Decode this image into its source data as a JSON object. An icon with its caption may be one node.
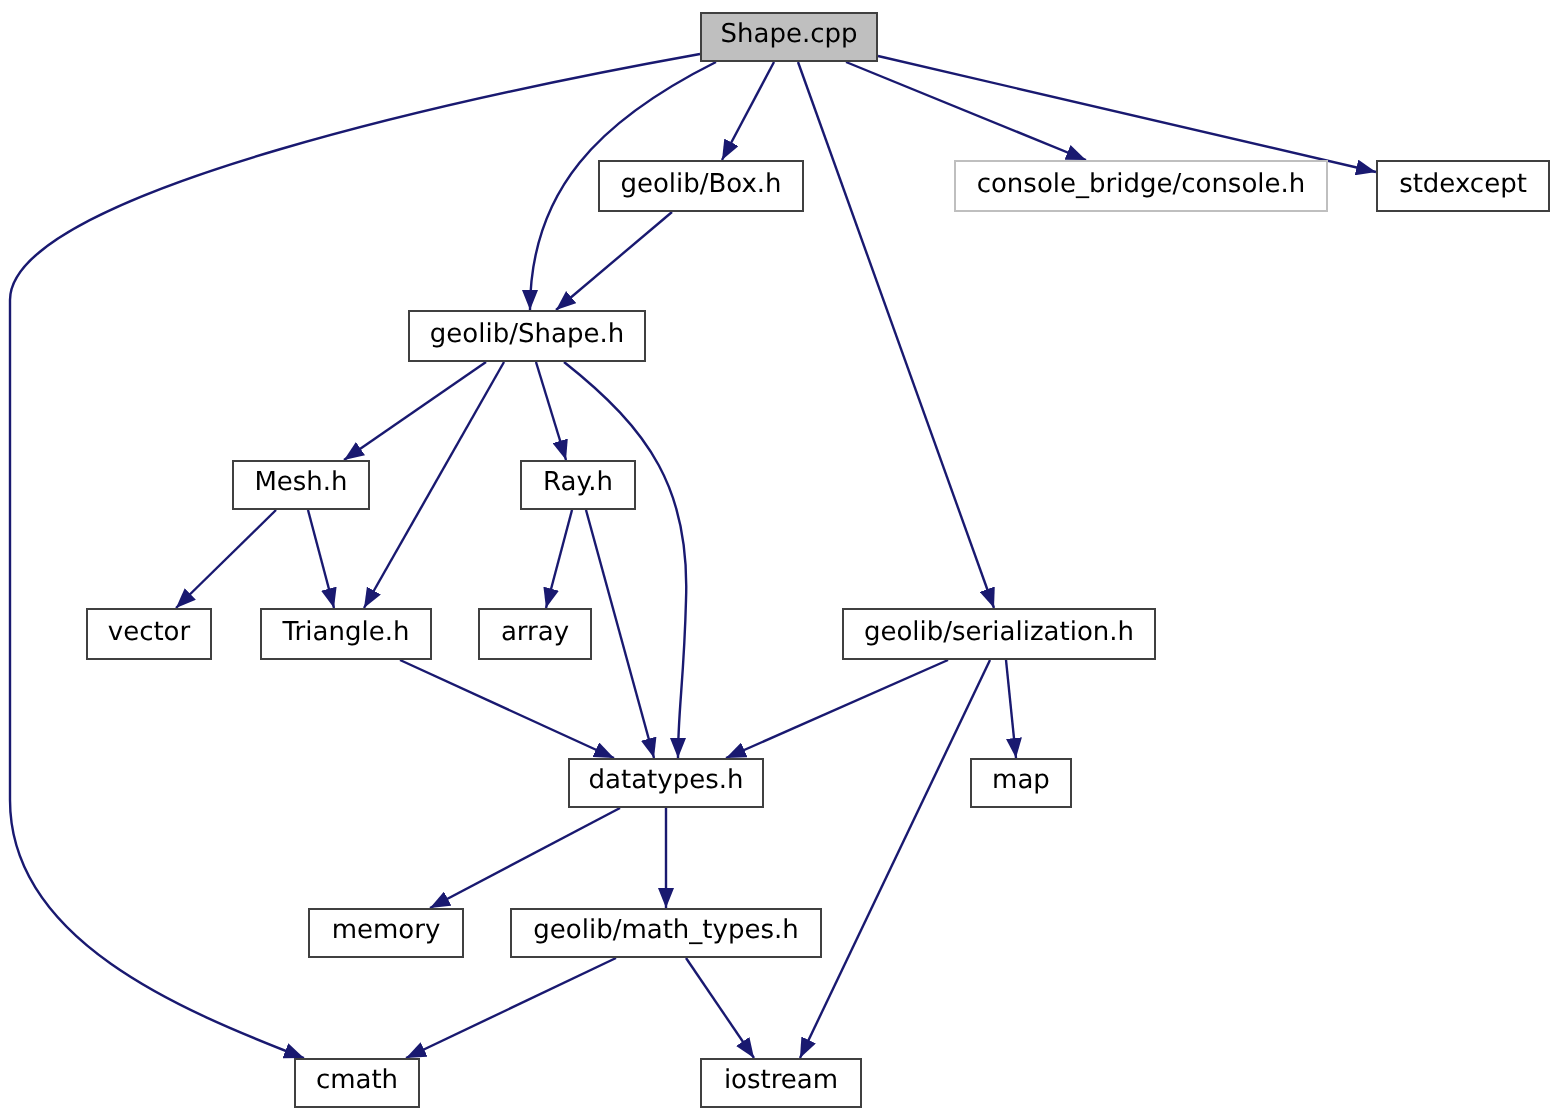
{
  "diagram": {
    "nodes": [
      {
        "text": [
          "Shape.cpp"
        ]
      },
      {
        "text": [
          "geolib/Box.h"
        ]
      },
      {
        "text": [
          "console_bridge/console.h"
        ]
      },
      {
        "text": [
          "stdexcept"
        ]
      },
      {
        "text": [
          "geolib/Shape.h"
        ]
      },
      {
        "text": [
          "Mesh.h"
        ]
      },
      {
        "text": [
          "Ray.h"
        ]
      },
      {
        "text": [
          "vector"
        ]
      },
      {
        "text": [
          "Triangle.h"
        ]
      },
      {
        "text": [
          "array"
        ]
      },
      {
        "text": [
          "geolib/serialization.h"
        ]
      },
      {
        "text": [
          "datatypes.h"
        ]
      },
      {
        "text": [
          "map"
        ]
      },
      {
        "text": [
          "memory"
        ]
      },
      {
        "text": [
          "geolib/math_types.h"
        ]
      },
      {
        "text": [
          "cmath"
        ]
      },
      {
        "text": [
          "iostream"
        ]
      }
    ],
    "edges": [
      {
        "from": 0,
        "to": 15,
        "arrow": "to"
      },
      {
        "from": 0,
        "to": 4,
        "arrow": "to"
      },
      {
        "from": 0,
        "to": 1,
        "arrow": "to"
      },
      {
        "from": 0,
        "to": 10,
        "arrow": "to"
      },
      {
        "from": 0,
        "to": 2,
        "arrow": "to"
      },
      {
        "from": 0,
        "to": 3,
        "arrow": "to"
      },
      {
        "from": 1,
        "to": 4,
        "arrow": "to"
      },
      {
        "from": 4,
        "to": 5,
        "arrow": "to"
      },
      {
        "from": 4,
        "to": 8,
        "arrow": "to"
      },
      {
        "from": 4,
        "to": 6,
        "arrow": "to"
      },
      {
        "from": 4,
        "to": 11,
        "arrow": "to"
      },
      {
        "from": 5,
        "to": 7,
        "arrow": "to"
      },
      {
        "from": 5,
        "to": 8,
        "arrow": "to"
      },
      {
        "from": 6,
        "to": 9,
        "arrow": "to"
      },
      {
        "from": 6,
        "to": 11,
        "arrow": "to"
      },
      {
        "from": 8,
        "to": 11,
        "arrow": "to"
      },
      {
        "from": 10,
        "to": 11,
        "arrow": "to"
      },
      {
        "from": 10,
        "to": 12,
        "arrow": "to"
      },
      {
        "from": 10,
        "to": 16,
        "arrow": "to"
      },
      {
        "from": 11,
        "to": 13,
        "arrow": "to"
      },
      {
        "from": 11,
        "to": 14,
        "arrow": "to"
      },
      {
        "from": 14,
        "to": 15,
        "arrow": "to"
      },
      {
        "from": 14,
        "to": 16,
        "arrow": "to"
      }
    ]
  }
}
